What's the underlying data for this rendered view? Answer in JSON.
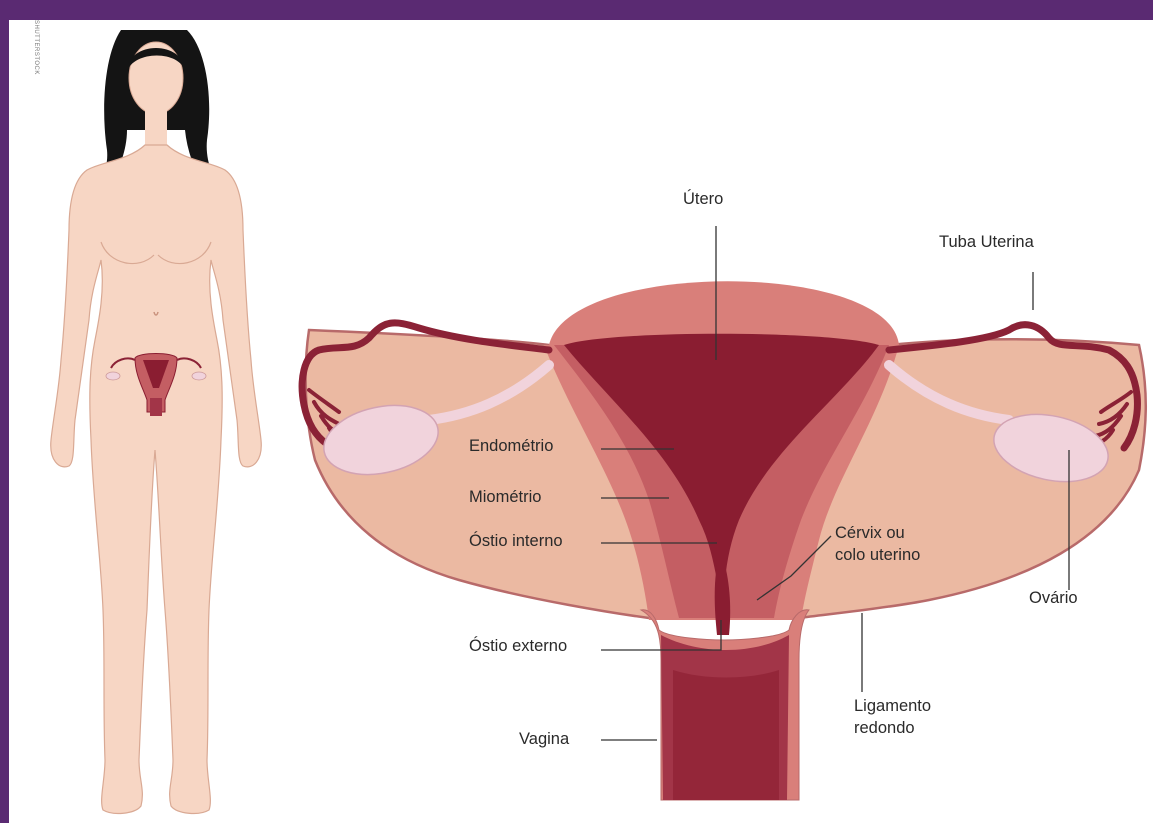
{
  "credit": "SHUTTERSTOCK",
  "labels": {
    "utero": "Útero",
    "tuba": "Tuba Uterina",
    "endometrio": "Endométrio",
    "miometrio": "Miométrio",
    "ostio_interno": "Óstio interno",
    "cervix_1": "Cérvix ou",
    "cervix_2": "colo uterino",
    "ovario": "Ovário",
    "ostio_externo": "Óstio externo",
    "ligamento_1": "Ligamento",
    "ligamento_2": "redondo",
    "vagina": "Vagina"
  },
  "colors": {
    "border": "#5a2a72",
    "skin": "#f7d6c4",
    "skin_outline": "#d9a994",
    "hair": "#141414",
    "broad_ligament": "#ebb9a2",
    "uterus_outer": "#d97f7a",
    "myometrium": "#c45e63",
    "endometrium": "#8a1d31",
    "tube": "#8b2236",
    "ovary": "#f1d3dc",
    "leader_line": "#333333"
  }
}
